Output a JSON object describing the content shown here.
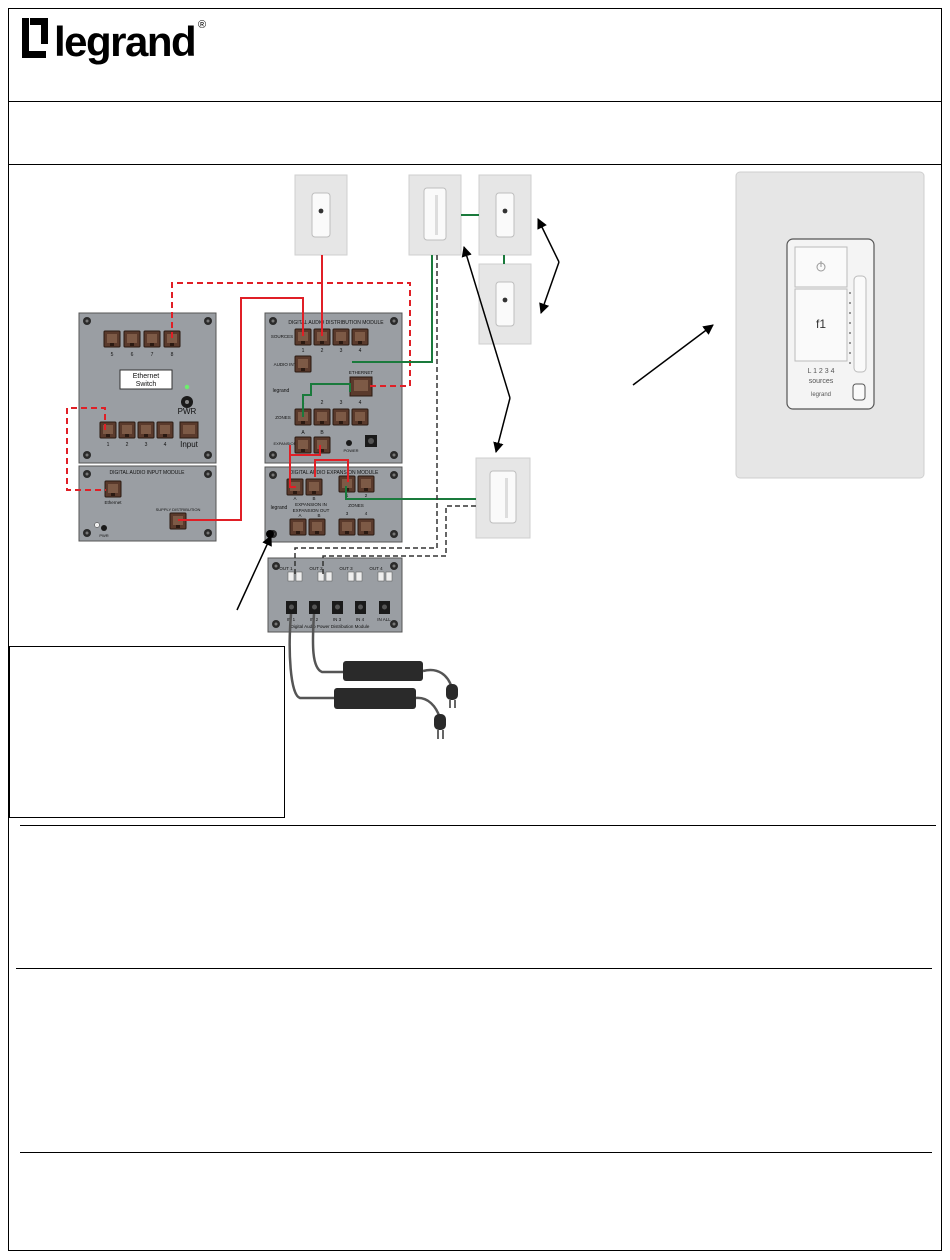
{
  "brand": {
    "logo_text": "legrand",
    "registered": "®"
  },
  "ethernet_switch": {
    "label_line1": "Ethernet",
    "label_line2": "Switch",
    "port_numbers_top": [
      "5",
      "6",
      "7",
      "8"
    ],
    "port_numbers_bottom": [
      "1",
      "2",
      "3",
      "4"
    ],
    "pwr_label": "PWR",
    "input_label": "Input"
  },
  "input_module": {
    "title": "DIGITAL AUDIO INPUT MODULE",
    "ethernet_label": "Ethernet",
    "port_label": "SUPPLY DISTRIBUTION",
    "led_label": "PWR"
  },
  "distribution_module": {
    "title": "DIGITAL AUDIO DISTRIBUTION MODULE",
    "sources_label": "SOURCES",
    "source_numbers": [
      "1",
      "2",
      "3",
      "4"
    ],
    "audio_int_label": "AUDIO INT",
    "brand": "legrand",
    "ethernet_label": "ETHERNET",
    "zones_label": "ZONES",
    "zone_numbers": [
      "1",
      "2",
      "3",
      "4"
    ],
    "expansion_label": "EXPANSION",
    "expansion_numbers": [
      "A",
      "B"
    ],
    "power_label": "POWER"
  },
  "expansion_module": {
    "title": "DIGITAL AUDIO EXPANSION MODULE",
    "brand": "legrand",
    "expansion_in_label": "EXPANSION IN",
    "expansion_out_label": "EXPANSION OUT",
    "zones_label": "ZONES",
    "numbers_top": [
      "A",
      "B",
      "1",
      "2"
    ],
    "numbers_bottom": [
      "A",
      "B",
      "3",
      "4"
    ]
  },
  "power_module": {
    "outputs": [
      "OUT 1",
      "OUT 2",
      "OUT 3",
      "OUT 4"
    ],
    "inputs": [
      "IN 1",
      "IN 2",
      "IN 3",
      "IN 4",
      "IN ALL"
    ],
    "title": "Digital Audio Power Distribution Module"
  },
  "keypad": {
    "center_label": "f1",
    "sources_numbers": "L 1 2 3 4",
    "sources_label": "sources",
    "brand": "legrand"
  },
  "colors": {
    "ethernet_cable": "#e01f26",
    "zone_cable": "#1a7a3c",
    "power_cable": "#444444",
    "module_panel": "#9a9ea3",
    "port": "#6b4a3a",
    "wall_plate": "#e6e6e6"
  }
}
